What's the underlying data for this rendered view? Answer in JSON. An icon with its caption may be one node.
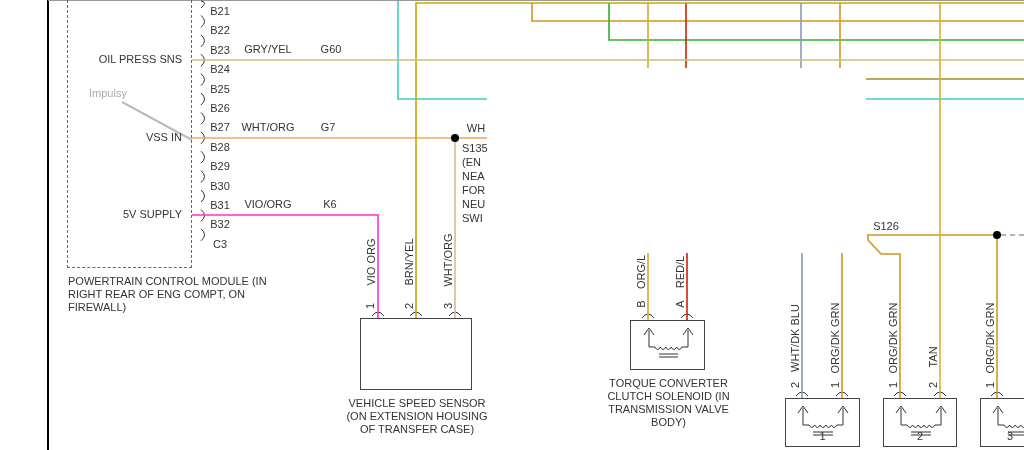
{
  "diagram": {
    "nodes": [
      {
        "text": [
          "OIL PRESS SNS",
          "VSS IN",
          "5V SUPPLY"
        ],
        "beside": [
          "POWERTRAIN CONTROL MODULE (IN RIGHT REAR OF ENG COMPT, ON FIREWALL)"
        ]
      },
      {
        "text": [
          "Impulsy"
        ],
        "in": 0
      },
      {
        "text": [],
        "shape": "circle",
        "beside": [
          "S135 (EN NEA FOR NEU SWI"
        ]
      },
      {
        "text": [
          "VEHICLE SPEED SENSOR (ON EXTENSION HOUSING OF TRANSFER CASE)"
        ]
      },
      {
        "text": [
          "TORQUE CONVERTER CLUTCH SOLENOID (IN TRANSMISSION VALVE BODY)"
        ]
      },
      {
        "text": [
          "1"
        ]
      },
      {
        "text": [
          "2"
        ]
      },
      {
        "text": [
          "3"
        ]
      },
      {
        "text": [],
        "shape": "circle"
      }
    ],
    "edges": [
      {
        "from": 0,
        "to": 2,
        "arrow": "none",
        "color": "#f0a860"
      },
      {
        "from": 2,
        "to": 3,
        "arrow": "none",
        "color": "#d8bc88"
      },
      {
        "from": 0,
        "to": 3,
        "arrow": "none",
        "color": "#ff33cc"
      },
      {
        "from": null,
        "to": 3,
        "arrow": "none",
        "color": "#c8a800"
      },
      {
        "from": 0,
        "to": null,
        "arrow": "none",
        "color": "#c8c070"
      },
      {
        "from": 2,
        "to": null,
        "arrow": "none",
        "label": "WH",
        "color": "#f0a860"
      },
      {
        "from": null,
        "to": 4,
        "arrow": "none",
        "label": "ORG/L",
        "color": "#d8a830"
      },
      {
        "from": null,
        "to": 4,
        "arrow": "none",
        "label": "RED/L",
        "color": "#cc2200"
      },
      {
        "from": null,
        "to": 5,
        "arrow": "none",
        "color": "#8899bb"
      },
      {
        "from": null,
        "to": 5,
        "arrow": "none",
        "color": "#d09820"
      },
      {
        "from": 8,
        "to": 6,
        "arrow": "none",
        "color": "#d09820"
      },
      {
        "from": null,
        "to": 6,
        "arrow": "none",
        "color": "#d8b030"
      },
      {
        "from": 8,
        "to": 7,
        "arrow": "none",
        "color": "#d09820"
      },
      {
        "from": 8,
        "to": null,
        "arrow": "none",
        "style": "dashed",
        "color": "#999999"
      },
      {
        "from": 1,
        "to": 0,
        "arrow": "none",
        "color": "#bbbbbb"
      }
    ],
    "labels": [
      "B21",
      "B22",
      "B23",
      "B24",
      "B25",
      "B26",
      "B27",
      "B28",
      "B29",
      "B30",
      "B31",
      "B32",
      "C3",
      "GRY/YEL",
      "G60",
      "WHT/ORG",
      "G7",
      "VIO/ORG",
      "K6",
      "S126",
      "VIO ORG",
      "BRN/YEL",
      "WHT/ORG",
      "WHT/DK BLU",
      "ORG/DK GRN",
      "ORG/DK GRN",
      "TAN",
      "ORG/DK GRN",
      "1",
      "2",
      "3",
      "B",
      "A",
      "2",
      "1",
      "1",
      "2",
      "1"
    ]
  }
}
